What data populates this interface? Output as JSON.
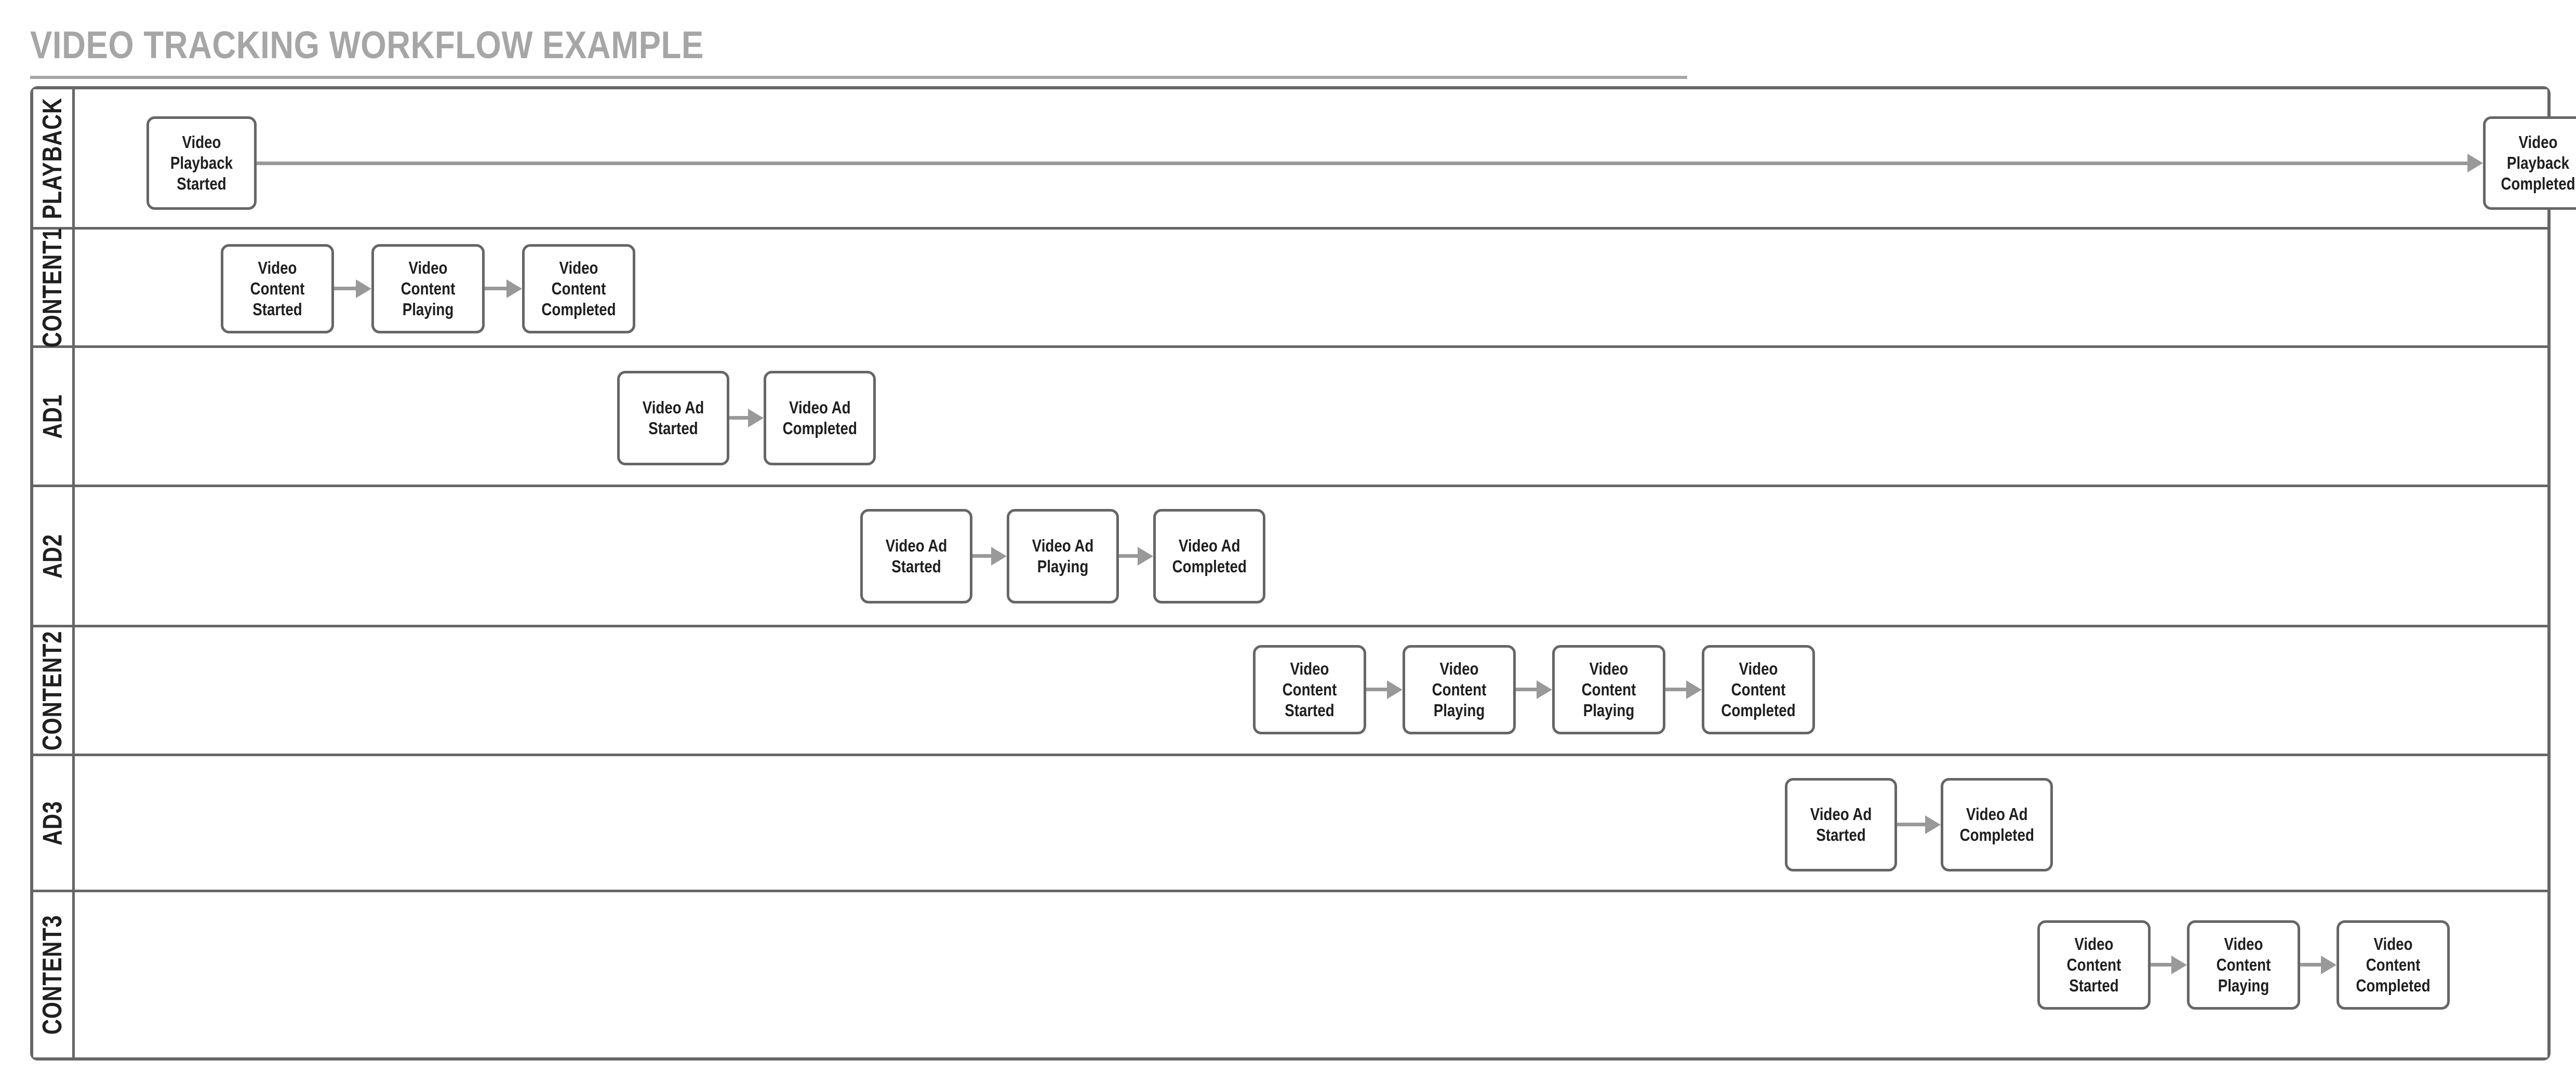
{
  "page": {
    "title": "VIDEO TRACKING WORKFLOW EXAMPLE",
    "background_color": "#ffffff"
  },
  "colors": {
    "title_text": "#a6a6a6",
    "title_rule": "#a6a6a6",
    "lane_border": "#666666",
    "node_border": "#666666",
    "node_fill": "#ffffff",
    "node_text": "#1f1f1f",
    "connector": "#999999",
    "lane_label_text": "#1f1f1f"
  },
  "diagram": {
    "type": "swimlane-flowchart",
    "lane_count": 7,
    "lanes": [
      {
        "id": "playback",
        "label": "PLAYBACK",
        "nodes": [
          {
            "id": "playback-started",
            "label": "Video Playback\nStarted"
          },
          {
            "id": "playback-completed",
            "label": "Video Playback\nCompleted"
          }
        ],
        "connections": [
          {
            "from": "playback-started",
            "to": "playback-completed"
          }
        ]
      },
      {
        "id": "content1",
        "label": "CONTENT1",
        "nodes": [
          {
            "id": "c1-started",
            "label": "Video Content\nStarted"
          },
          {
            "id": "c1-playing",
            "label": "Video Content\nPlaying"
          },
          {
            "id": "c1-completed",
            "label": "Video Content\nCompleted"
          }
        ],
        "connections": [
          {
            "from": "c1-started",
            "to": "c1-playing"
          },
          {
            "from": "c1-playing",
            "to": "c1-completed"
          }
        ]
      },
      {
        "id": "ad1",
        "label": "AD1",
        "nodes": [
          {
            "id": "ad1-started",
            "label": "Video Ad Started"
          },
          {
            "id": "ad1-completed",
            "label": "Video Ad\nCompleted"
          }
        ],
        "connections": [
          {
            "from": "ad1-started",
            "to": "ad1-completed"
          }
        ]
      },
      {
        "id": "ad2",
        "label": "AD2",
        "nodes": [
          {
            "id": "ad2-started",
            "label": "Video Ad Started"
          },
          {
            "id": "ad2-playing",
            "label": "Video Ad Playing"
          },
          {
            "id": "ad2-completed",
            "label": "Video Ad\nCompleted"
          }
        ],
        "connections": [
          {
            "from": "ad2-started",
            "to": "ad2-playing"
          },
          {
            "from": "ad2-playing",
            "to": "ad2-completed"
          }
        ]
      },
      {
        "id": "content2",
        "label": "CONTENT2",
        "nodes": [
          {
            "id": "c2-started",
            "label": "Video Content\nStarted"
          },
          {
            "id": "c2-playing-1",
            "label": "Video Content\nPlaying"
          },
          {
            "id": "c2-playing-2",
            "label": "Video Content\nPlaying"
          },
          {
            "id": "c2-completed",
            "label": "Video Content\nCompleted"
          }
        ],
        "connections": [
          {
            "from": "c2-started",
            "to": "c2-playing-1"
          },
          {
            "from": "c2-playing-1",
            "to": "c2-playing-2"
          },
          {
            "from": "c2-playing-2",
            "to": "c2-completed"
          }
        ]
      },
      {
        "id": "ad3",
        "label": "AD3",
        "nodes": [
          {
            "id": "ad3-started",
            "label": "Video Ad Started"
          },
          {
            "id": "ad3-completed",
            "label": "Video Ad\nCompleted"
          }
        ],
        "connections": [
          {
            "from": "ad3-started",
            "to": "ad3-completed"
          }
        ]
      },
      {
        "id": "content3",
        "label": "CONTENT3",
        "nodes": [
          {
            "id": "c3-started",
            "label": "Video Content\nStarted"
          },
          {
            "id": "c3-playing",
            "label": "Video Content\nPlaying"
          },
          {
            "id": "c3-completed",
            "label": "Video Content\nCompleted"
          }
        ],
        "connections": [
          {
            "from": "c3-started",
            "to": "c3-playing"
          },
          {
            "from": "c3-playing",
            "to": "c3-completed"
          }
        ]
      }
    ]
  }
}
